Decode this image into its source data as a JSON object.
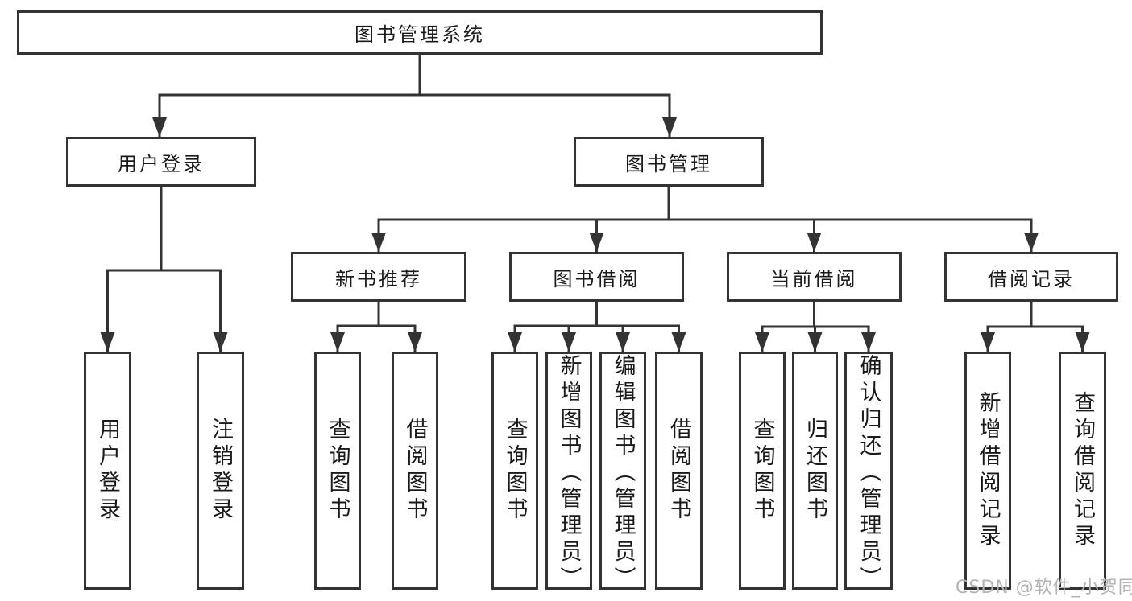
{
  "colors": {
    "line": "#333333",
    "box_border": "#333333",
    "text": "#1a1a1a",
    "background": "#ffffff",
    "watermark": "#b3b3b3"
  },
  "watermark": {
    "text": "CSDN @软件_小贺同学"
  },
  "tree": {
    "root": {
      "label": "图书管理系统"
    },
    "branches": [
      {
        "label": "用户登录",
        "leaves": [
          "用户登录",
          "注销登录"
        ]
      },
      {
        "label": "图书管理",
        "sections": [
          {
            "label": "新书推荐",
            "leaves": [
              "查询图书",
              "借阅图书"
            ]
          },
          {
            "label": "图书借阅",
            "leaves": [
              "查询图书",
              "新增图书（管理员）",
              "编辑图书（管理员）",
              "借阅图书"
            ]
          },
          {
            "label": "当前借阅",
            "leaves": [
              "查询图书",
              "归还图书",
              "确认归还（管理员）"
            ]
          },
          {
            "label": "借阅记录",
            "leaves": [
              "新增借阅记录",
              "查询借阅记录"
            ]
          }
        ]
      }
    ]
  }
}
